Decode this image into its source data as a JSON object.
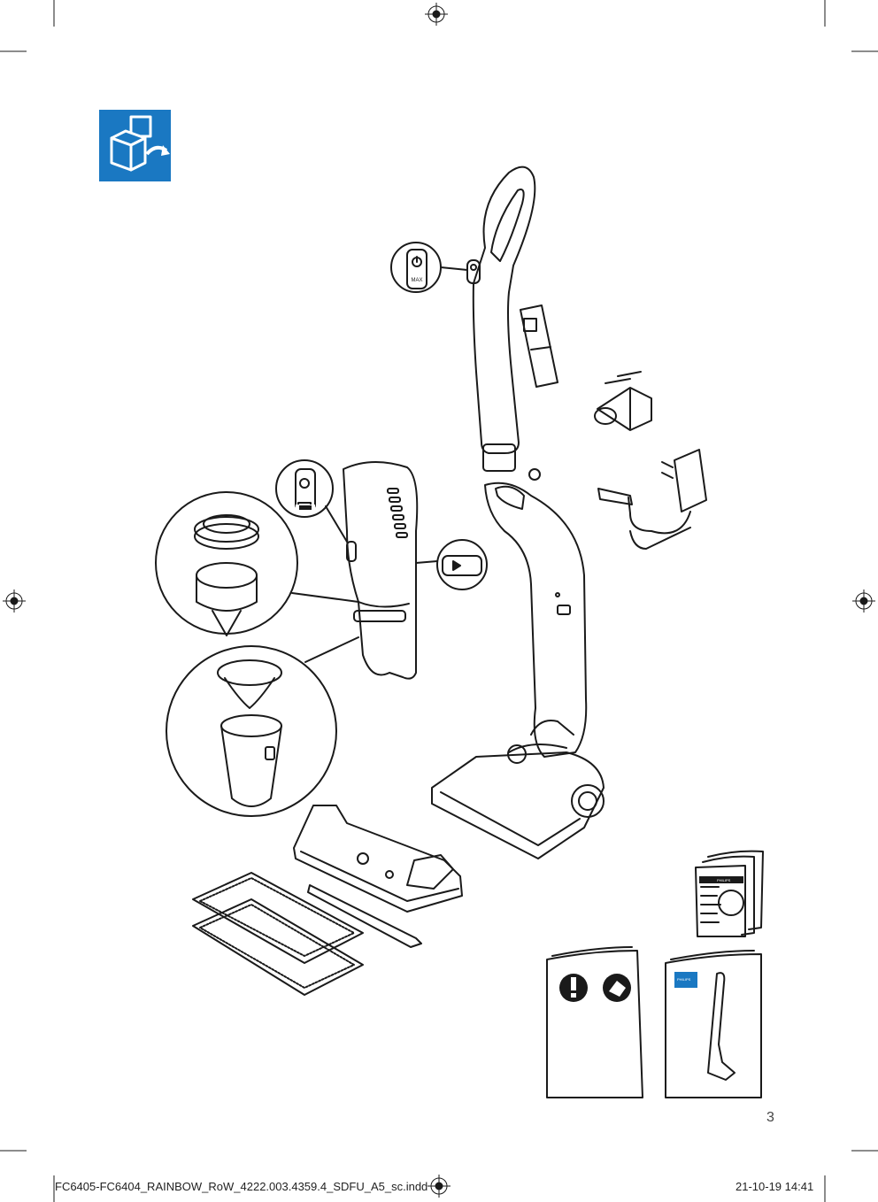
{
  "page": {
    "number": "3",
    "footer_file": "FC6405-FC6404_RAINBOW_RoW_4222.003.4359.4_SDFU_A5_sc.indd",
    "footer_date": "21-10-19   14:41"
  },
  "box_contents_icon": {
    "name": "box-contents-icon",
    "color": "#1a78c2"
  },
  "callouts": {
    "power_button_max_label": "MAX"
  },
  "leaflets": {
    "brand_label": "PHILIPS"
  },
  "colors": {
    "line": "#1a1a1a",
    "accent": "#1a78c2",
    "paper": "#ffffff"
  }
}
